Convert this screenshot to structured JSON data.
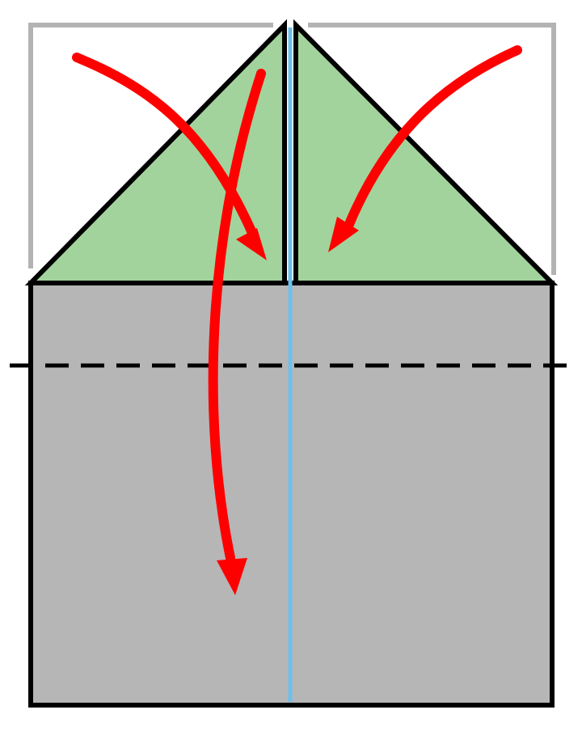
{
  "diagram": {
    "kind": "origami-fold-instruction",
    "colors": {
      "background": "#ffffff",
      "paper_body": "#b6b6b6",
      "folded_flaps": "#a3d39c",
      "original_outline": "#b3b3b3",
      "center_crease": "#6ec0ea",
      "fold_arrows": "#ff0000",
      "outline": "#000000",
      "valley_fold_line": "#000000"
    },
    "elements": {
      "left_flap": "folded-triangle",
      "right_flap": "folded-triangle",
      "center_crease": "vertical-crease",
      "valley_fold": "dashed-horizontal-line",
      "arrows": [
        {
          "name": "fold-left-corner-arrow",
          "direction": "down-right"
        },
        {
          "name": "fold-right-corner-arrow",
          "direction": "down-left"
        },
        {
          "name": "fold-top-down-arrow",
          "direction": "down"
        }
      ]
    }
  }
}
